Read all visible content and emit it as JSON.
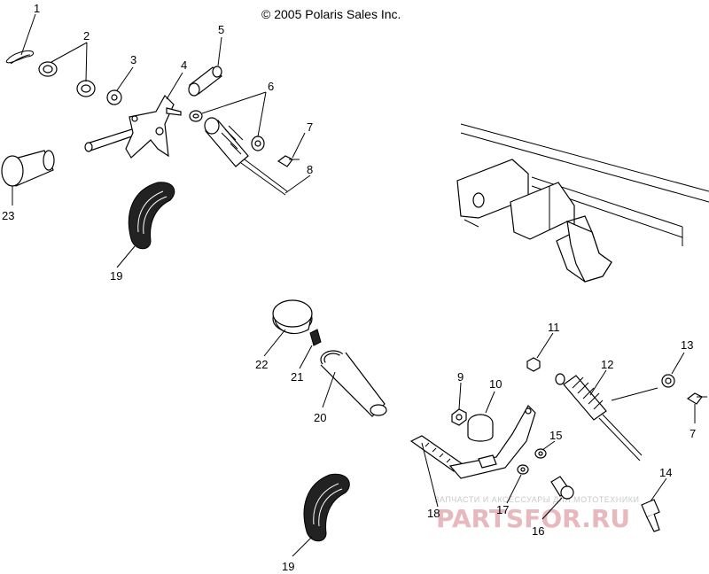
{
  "copyright": "© 2005 Polaris Sales Inc.",
  "watermark": {
    "line1": "ЗАПЧАСТИ И АКСЕССУАРЫ ДЛЯ МОТОТЕХНИКИ",
    "line2": "PARTSFOR.RU",
    "color": "#e7b8bd"
  },
  "callouts": {
    "c1": "1",
    "c2": "2",
    "c3": "3",
    "c4": "4",
    "c5": "5",
    "c6": "6",
    "c7a": "7",
    "c7b": "7",
    "c8": "8",
    "c9": "9",
    "c10": "10",
    "c11": "11",
    "c12": "12",
    "c13": "13",
    "c14": "14",
    "c15": "15",
    "c16": "16",
    "c17": "17",
    "c18": "18",
    "c19a": "19",
    "c19b": "19",
    "c20": "20",
    "c21": "21",
    "c22": "22",
    "c23": "23"
  }
}
